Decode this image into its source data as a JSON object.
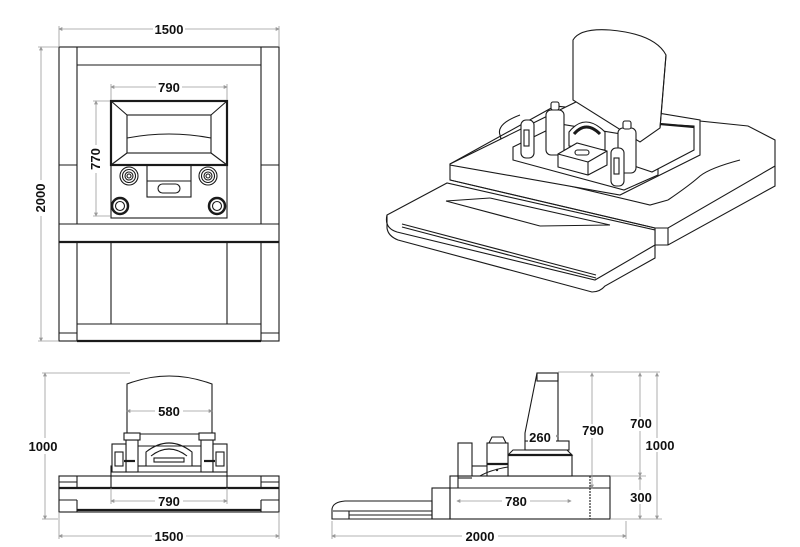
{
  "drawing": {
    "subject": "Grave monument technical drawing",
    "colors": {
      "line": "#1a1a1a",
      "dimension_line": "#9a9a9a",
      "background": "#ffffff"
    }
  },
  "views": {
    "top_view": {
      "width_label": "1500",
      "depth_label": "2000",
      "inner_width_label": "790",
      "inner_depth_label": "770"
    },
    "isometric_view": {},
    "front_view": {
      "height_label": "1000",
      "stone_width_label": "580",
      "base_width_label": "790",
      "overall_width_label": "1500"
    },
    "side_view": {
      "stone_depth_label": "260",
      "stone_height_label": "790",
      "upper_height_label": "700",
      "overall_height_label": "1000",
      "base_height_label": "300",
      "base_depth_label": "780",
      "overall_depth_label": "2000"
    }
  }
}
